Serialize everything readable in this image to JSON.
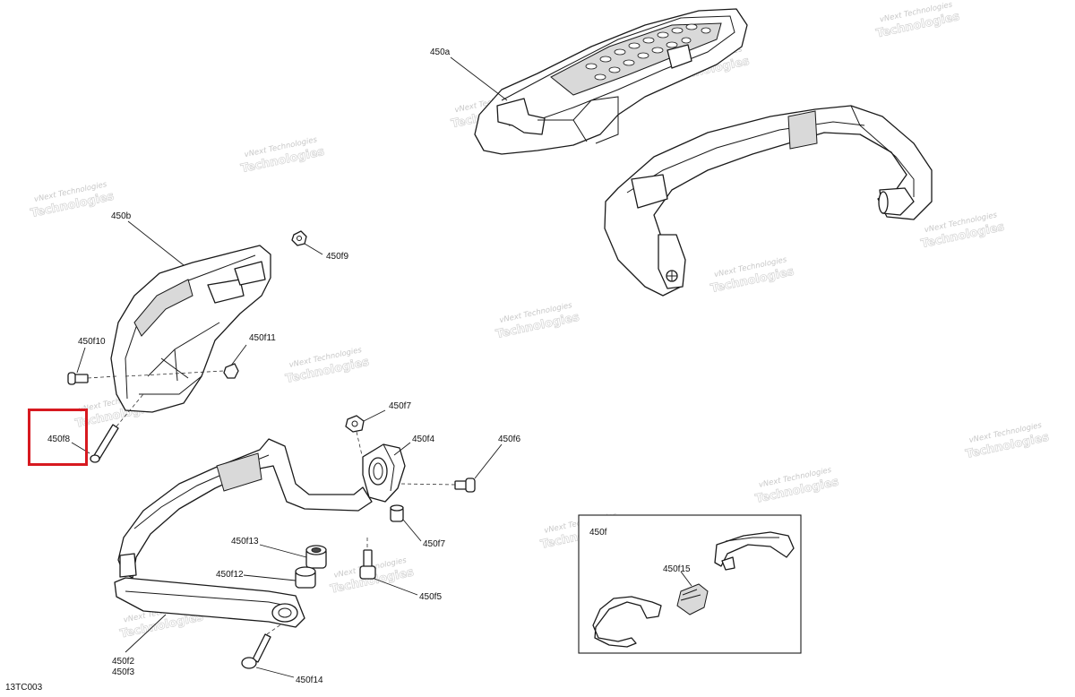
{
  "diagram_id": "13TC003",
  "watermark": {
    "line1": "vNext Technologies",
    "line2": "Technologies"
  },
  "inset_label": "450f",
  "highlight_color": "#d71920",
  "highlighted_label": "450f8",
  "labels": {
    "p450a": "450a",
    "p450b": "450b",
    "p450f9": "450f9",
    "p450f10": "450f10",
    "p450f11": "450f11",
    "p450f8": "450f8",
    "p450f7a": "450f7",
    "p450f4": "450f4",
    "p450f6": "450f6",
    "p450f7b": "450f7",
    "p450f13": "450f13",
    "p450f12": "450f12",
    "p450f5": "450f5",
    "p450f2": "450f2",
    "p450f3": "450f3",
    "p450f14": "450f14",
    "p450f15": "450f15"
  }
}
